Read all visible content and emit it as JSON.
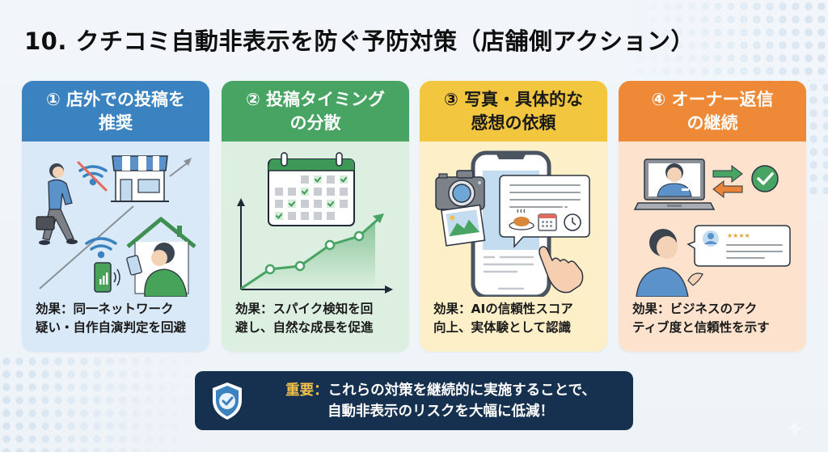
{
  "title": "10. クチコミ自動非表示を防ぐ予防対策（店舗側アクション）",
  "cards": [
    {
      "number": "①",
      "heading": "① 店外での投稿を\n推奨",
      "effect": "効果：同一ネットワーク\n疑い・自作自演判定を回避",
      "color": "#3a82c0",
      "bg": "#d9e9f7",
      "illustration": "walking-person-store-no-wifi-home-wifi-phone"
    },
    {
      "number": "②",
      "heading": "② 投稿タイミング\nの分散",
      "effect": "効果：スパイク検知を回\n避し、自然な成長を促進",
      "color": "#47a462",
      "bg": "#dcefe0",
      "illustration": "calendar-checks-growth-chart"
    },
    {
      "number": "③",
      "heading": "③ 写真・具体的な\n感想の依頼",
      "effect": "効果：AIの信頼性スコア\n向上、実体験として認識",
      "color": "#f3c63f",
      "bg": "#fdf0c9",
      "illustration": "smartphone-camera-photo-review-bubble"
    },
    {
      "number": "④",
      "heading": "④ オーナー返信\nの継続",
      "effect": "効果：ビジネスのアク\nティブ度と信頼性を示す",
      "color": "#ee8a37",
      "bg": "#fde3cd",
      "illustration": "laptop-owner-reply-customer-review"
    }
  ],
  "banner": {
    "important_label": "重要：",
    "line1": "これらの対策を継続的に実施することで、",
    "line2": "自動非表示のリスクを大幅に低減！",
    "icon": "shield-check-icon",
    "bg": "#16304f",
    "accent": "#f1c14a"
  },
  "card4_review_stars": "★★★★"
}
